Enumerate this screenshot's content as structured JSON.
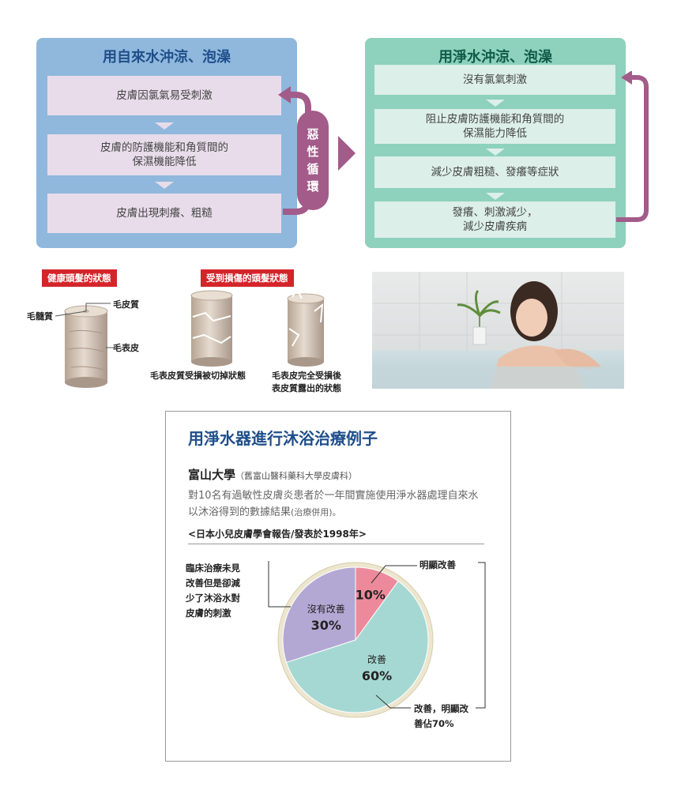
{
  "left_panel": {
    "title": "用自來水沖涼、泡澡",
    "steps": [
      "皮膚因氯氣易受刺激",
      "皮膚的防護機能和角質間的\n保濕機能降低",
      "皮膚出現刺癢、粗糙"
    ]
  },
  "loop_label": [
    "惡",
    "性",
    "循",
    "環"
  ],
  "right_panel": {
    "title": "用淨水沖涼、泡澡",
    "steps": [
      "沒有氯氣刺激",
      "阻止皮膚防護機能和角質間的\n保濕能力降低",
      "減少皮膚粗糙、發癢等症狀",
      "發癢、刺激減少，\n減少皮膚疾病"
    ]
  },
  "hair": {
    "healthy_tag": "健康頭髮的狀態",
    "damaged_tag": "受到損傷的頭髮狀態",
    "labels": {
      "cuticle": "毛皮質",
      "medulla": "毛髓質",
      "cortex": "毛表皮"
    },
    "caption_1": "毛表皮質受損被切掉狀態",
    "caption_2": "毛表皮完全受損後\n表皮質露出的狀態"
  },
  "colors": {
    "left_panel": "#8fb8dc",
    "right_panel": "#8ed1bd",
    "loop": "#a35b8a",
    "tag_red": "#d4252a",
    "title_blue": "#1f4e8a"
  },
  "result": {
    "title": "用淨水器進行沐浴治療例子",
    "university": "富山大學",
    "university_sub": "（舊富山醫科藥科大學皮膚科）",
    "desc_main": "對10名有過敏性皮膚炎患者於一年間實施使用淨水器處理自來水以沐浴得到的數據結果",
    "desc_small": "(治療併用)。",
    "report": "<日本小兒皮膚學會報告/發表於1998年>",
    "note_left": "臨床治療未見\n改善但是卻減\n少了沐浴水對\n皮膚的刺激",
    "note_top_right": "明顯改善",
    "note_bottom_right": "改善，明顯改\n善佔70%"
  },
  "chart_data": {
    "type": "pie",
    "title": "",
    "slices": [
      {
        "label": "",
        "value": 10,
        "value_label": "10%",
        "color": "#ec8a9b"
      },
      {
        "label": "改善",
        "value": 60,
        "value_label": "60%",
        "color": "#a5d8d3"
      },
      {
        "label": "沒有改善",
        "value": 30,
        "value_label": "30%",
        "color": "#b3a8d4"
      }
    ]
  }
}
